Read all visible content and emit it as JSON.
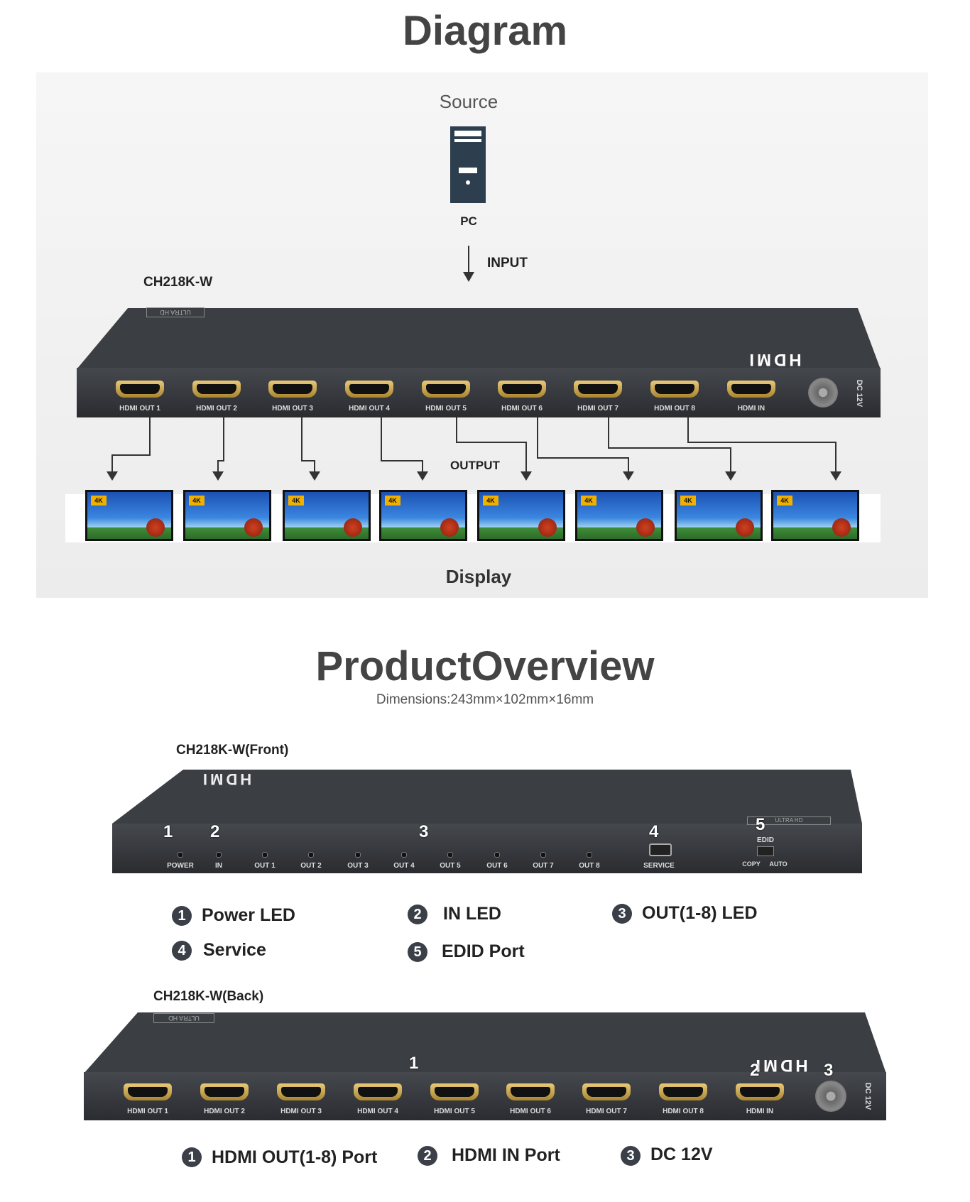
{
  "diagram": {
    "title": "Diagram",
    "source_label": "Source",
    "pc_label": "PC",
    "input_label": "INPUT",
    "model_label": "CH218K-W",
    "output_label": "OUTPUT",
    "display_label": "Display",
    "device_badge": "ULTRA HD",
    "hdmi_logo": "HDMI",
    "dc_label": "DC 12V",
    "ports": [
      "HDMI OUT 1",
      "HDMI OUT 2",
      "HDMI OUT 3",
      "HDMI OUT 4",
      "HDMI OUT 5",
      "HDMI OUT 6",
      "HDMI OUT 7",
      "HDMI OUT 8",
      "HDMI IN"
    ],
    "tv_badge": "4K"
  },
  "overview": {
    "title": "ProductOverview",
    "dimensions": "Dimensions:243mm×102mm×16mm",
    "front": {
      "label": "CH218K-W(Front)",
      "leds": [
        "POWER",
        "IN",
        "OUT 1",
        "OUT 2",
        "OUT 3",
        "OUT 4",
        "OUT 5",
        "OUT 6",
        "OUT 7",
        "OUT 8"
      ],
      "service_label": "SERVICE",
      "edid_label": "EDID",
      "copy_label": "COPY",
      "auto_label": "AUTO",
      "callouts": [
        "1",
        "2",
        "3",
        "4",
        "5"
      ],
      "legend": [
        {
          "num": "1",
          "text": "Power LED"
        },
        {
          "num": "2",
          "text": "IN LED"
        },
        {
          "num": "3",
          "text": "OUT(1-8) LED"
        },
        {
          "num": "4",
          "text": "Service"
        },
        {
          "num": "5",
          "text": "EDID Port"
        }
      ]
    },
    "back": {
      "label": "CH218K-W(Back)",
      "ports": [
        "HDMI OUT 1",
        "HDMI OUT 2",
        "HDMI OUT 3",
        "HDMI OUT 4",
        "HDMI OUT 5",
        "HDMI OUT 6",
        "HDMI OUT 7",
        "HDMI OUT 8",
        "HDMI IN"
      ],
      "dc_label": "DC 12V",
      "callouts": [
        "1",
        "2",
        "3"
      ],
      "legend": [
        {
          "num": "1",
          "text": "HDMI OUT(1-8) Port"
        },
        {
          "num": "2",
          "text": "HDMI IN Port"
        },
        {
          "num": "3",
          "text": "DC 12V"
        }
      ]
    }
  }
}
